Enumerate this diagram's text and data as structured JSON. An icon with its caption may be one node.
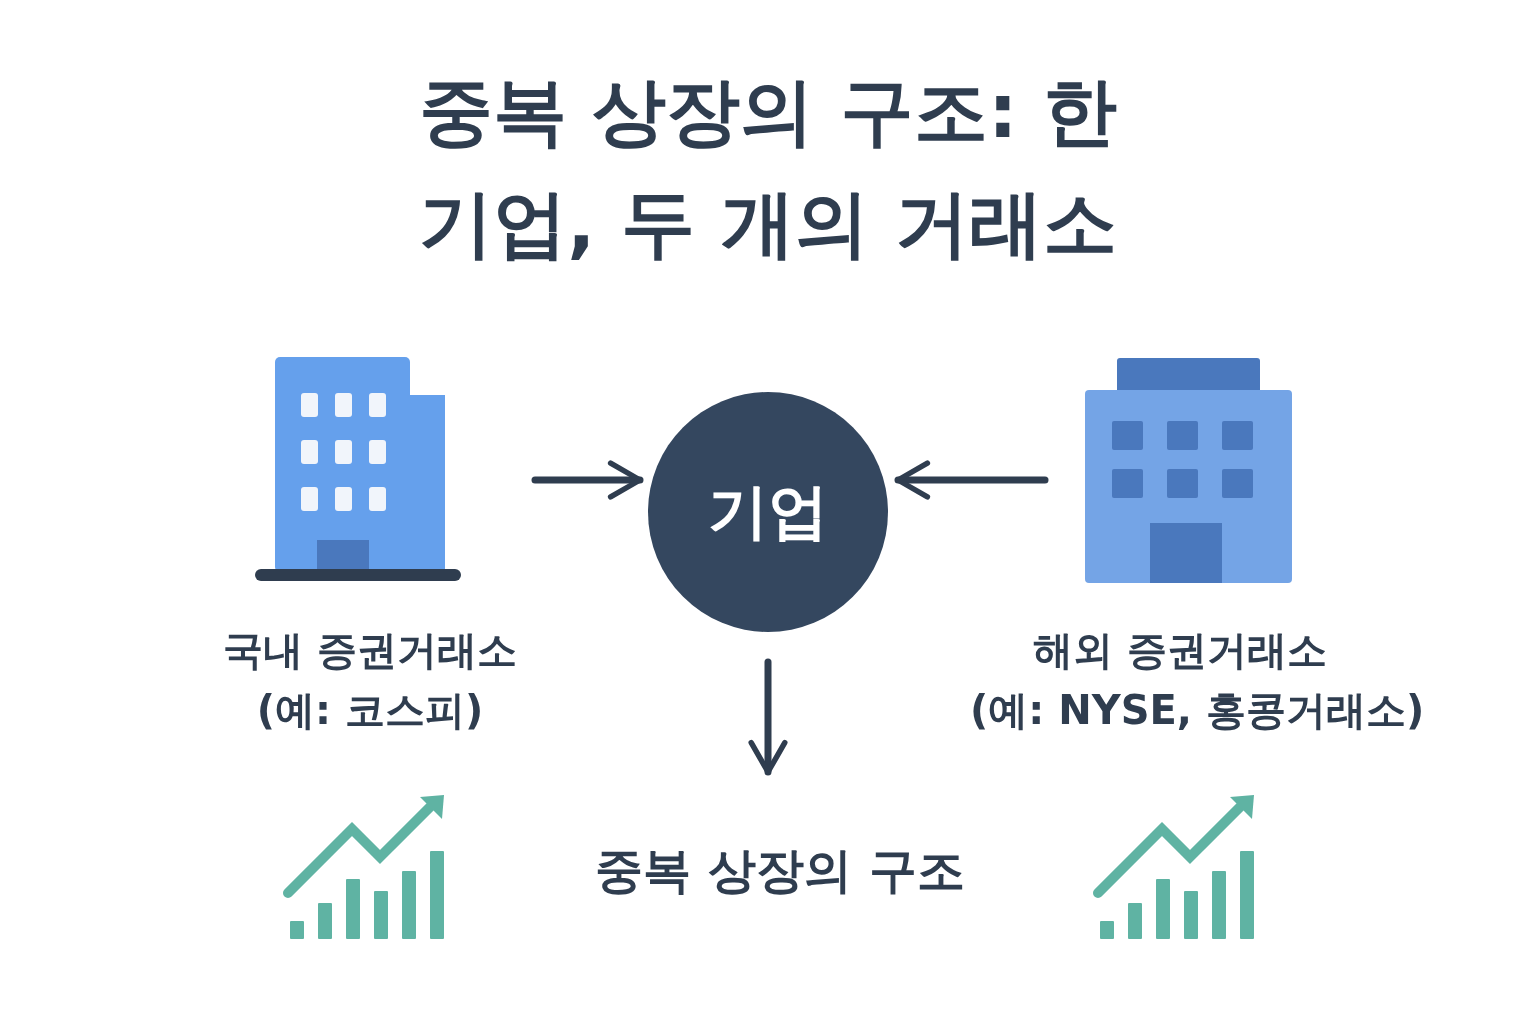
{
  "diagram": {
    "title": "중복 상장의 구조: 한 기업, 두 개의 거래소",
    "nodes": [
      {
        "text": [
          "국내 증권거래소",
          "(예: 코스피)"
        ]
      },
      {
        "text": [
          "기업"
        ]
      },
      {
        "text": [
          "해외 증권거래소",
          "(예: NYSE, 홍콩거래소)"
        ]
      },
      {
        "text": [
          "중복 상장의 구조"
        ]
      }
    ],
    "edges": [
      {
        "from": 0,
        "to": 1,
        "arrow": "to"
      },
      {
        "from": 2,
        "to": 1,
        "arrow": "to"
      },
      {
        "from": 1,
        "to": 3,
        "arrow": "to"
      }
    ]
  }
}
